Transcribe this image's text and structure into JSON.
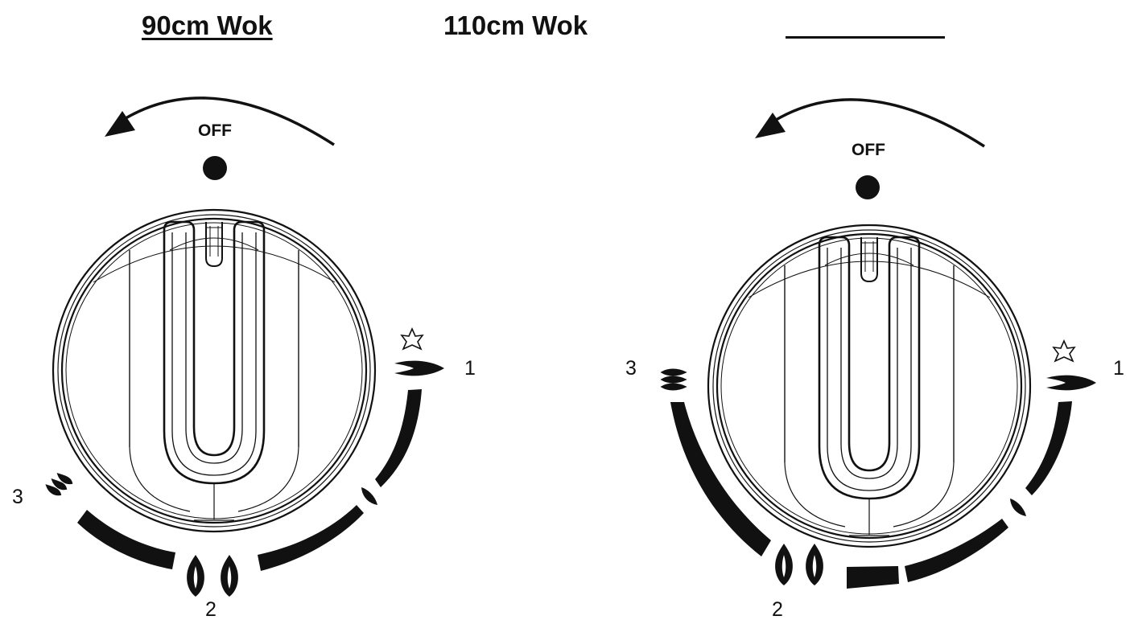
{
  "titles": {
    "left": "90cm Wok",
    "middle": "110cm Wok"
  },
  "knob_left": {
    "off_label": "OFF",
    "position_1": "1",
    "position_2": "2",
    "position_3": "3"
  },
  "knob_right": {
    "off_label": "OFF",
    "position_1": "1",
    "position_2": "2",
    "position_3": "3"
  },
  "colors": {
    "ink": "#111111",
    "background": "#ffffff"
  }
}
